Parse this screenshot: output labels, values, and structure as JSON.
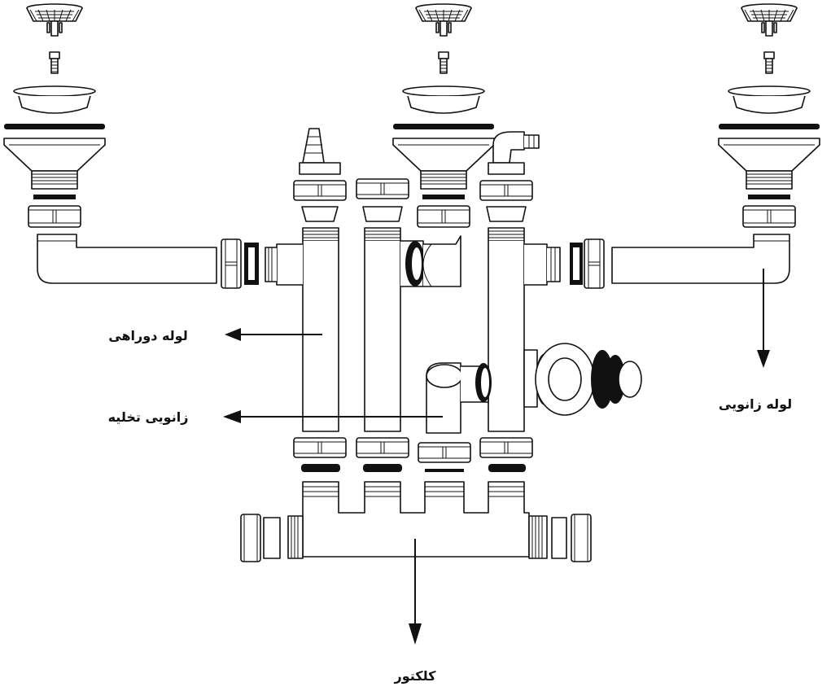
{
  "labels": {
    "two_way_pipe": "لوله دوراهی",
    "drain_elbow": "زانویی تخلیه",
    "elbow_pipe": "لوله زانویی",
    "collector": "کلکتور"
  },
  "colors": {
    "line": "#111111",
    "background": "#ffffff"
  }
}
